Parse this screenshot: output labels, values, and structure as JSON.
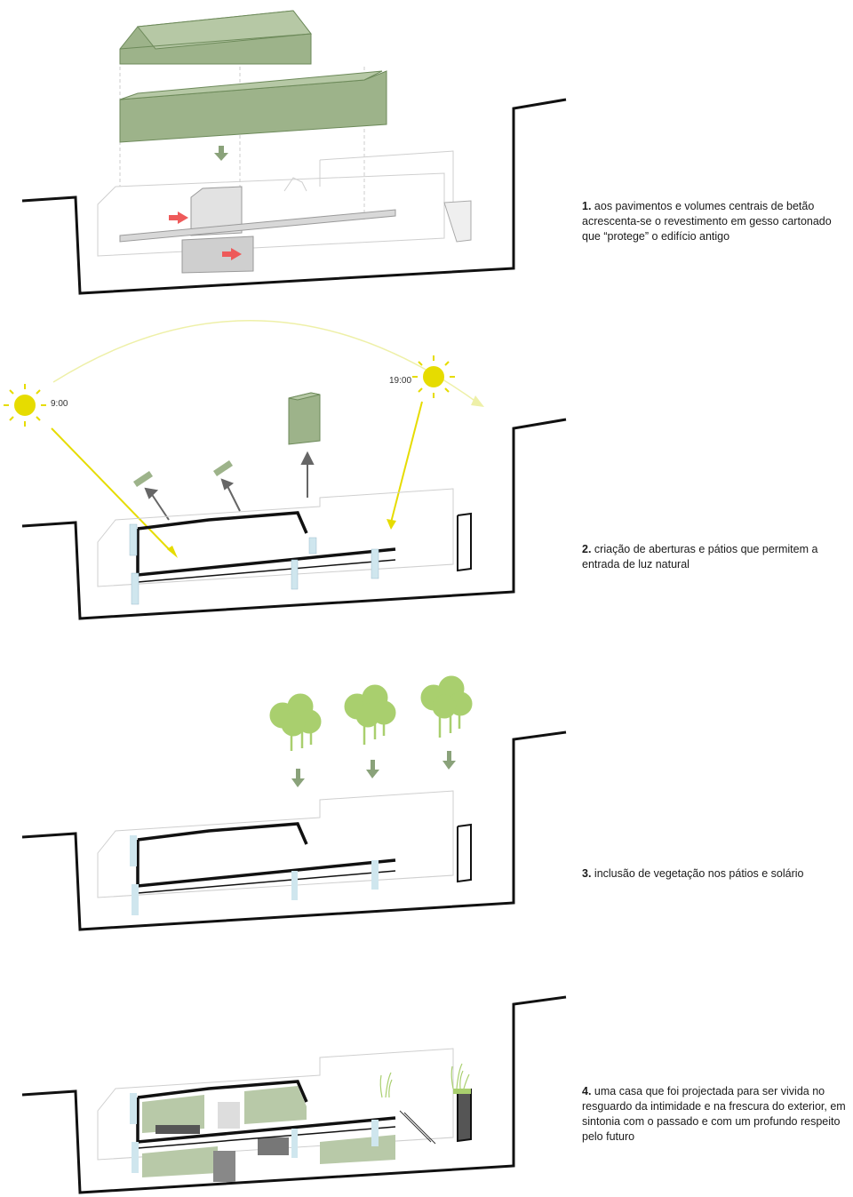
{
  "captions": [
    {
      "num": "1.",
      "text": "aos pavimentos e volumes centrais de betão acrescenta-se o revestimento em gesso cartonado que “protege” o edifício antigo"
    },
    {
      "num": "2.",
      "text": "criação de aberturas e pátios que permitem a entrada de luz natural"
    },
    {
      "num": "3.",
      "text": "inclusão de vegetação nos pátios e solário"
    },
    {
      "num": "4.",
      "text": "uma casa que foi projectada para ser vivida no resguardo da intimidade e na frescura do exterior, em sintonia com o passado e com um profundo respeito pelo futuro"
    }
  ],
  "sun_times": {
    "morning": "9:00",
    "evening": "19:00"
  },
  "colors": {
    "green": "#9db38a",
    "green_dark": "#7f9a6c",
    "sun": "#e6dc00",
    "arrow_red": "#ee5a5a",
    "glass": "#cfe6ee",
    "tree": "#a9cf6e",
    "line": "#111111"
  }
}
